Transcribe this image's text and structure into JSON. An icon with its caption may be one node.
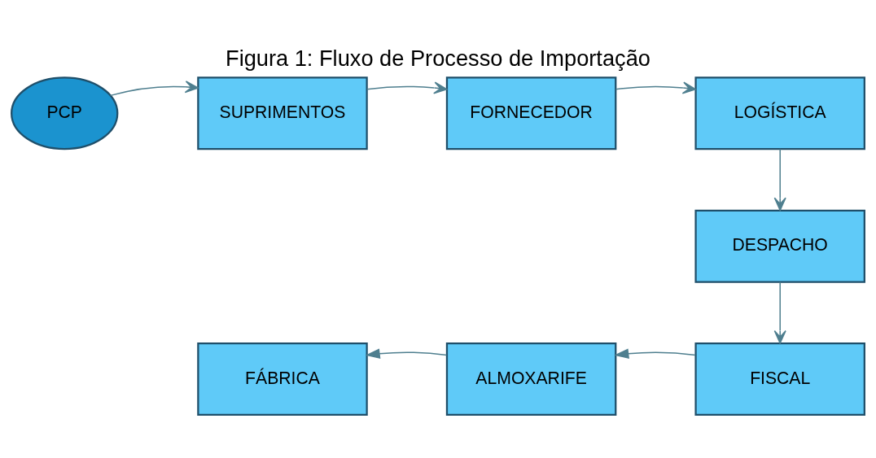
{
  "diagram": {
    "title": "Figura 1: Fluxo de Processo de Importação",
    "nodes": [
      {
        "text": [
          "PCP"
        ]
      },
      {
        "text": [
          "SUPRIMENTOS"
        ]
      },
      {
        "text": [
          "FORNECEDOR"
        ]
      },
      {
        "text": [
          "LOGÍSTICA"
        ]
      },
      {
        "text": [
          "DESPACHO"
        ]
      },
      {
        "text": [
          "FISCAL"
        ]
      },
      {
        "text": [
          "ALMOXARIFE"
        ]
      },
      {
        "text": [
          "FÁBRICA"
        ]
      }
    ],
    "edges": [
      {
        "from": 0,
        "to": 1,
        "arrow": "to"
      },
      {
        "from": 1,
        "to": 2,
        "arrow": "to"
      },
      {
        "from": 2,
        "to": 3,
        "arrow": "to"
      },
      {
        "from": 3,
        "to": 4,
        "arrow": "to"
      },
      {
        "from": 4,
        "to": 5,
        "arrow": "to"
      },
      {
        "from": 5,
        "to": 6,
        "arrow": "to"
      },
      {
        "from": 6,
        "to": 7,
        "arrow": "to"
      }
    ]
  }
}
